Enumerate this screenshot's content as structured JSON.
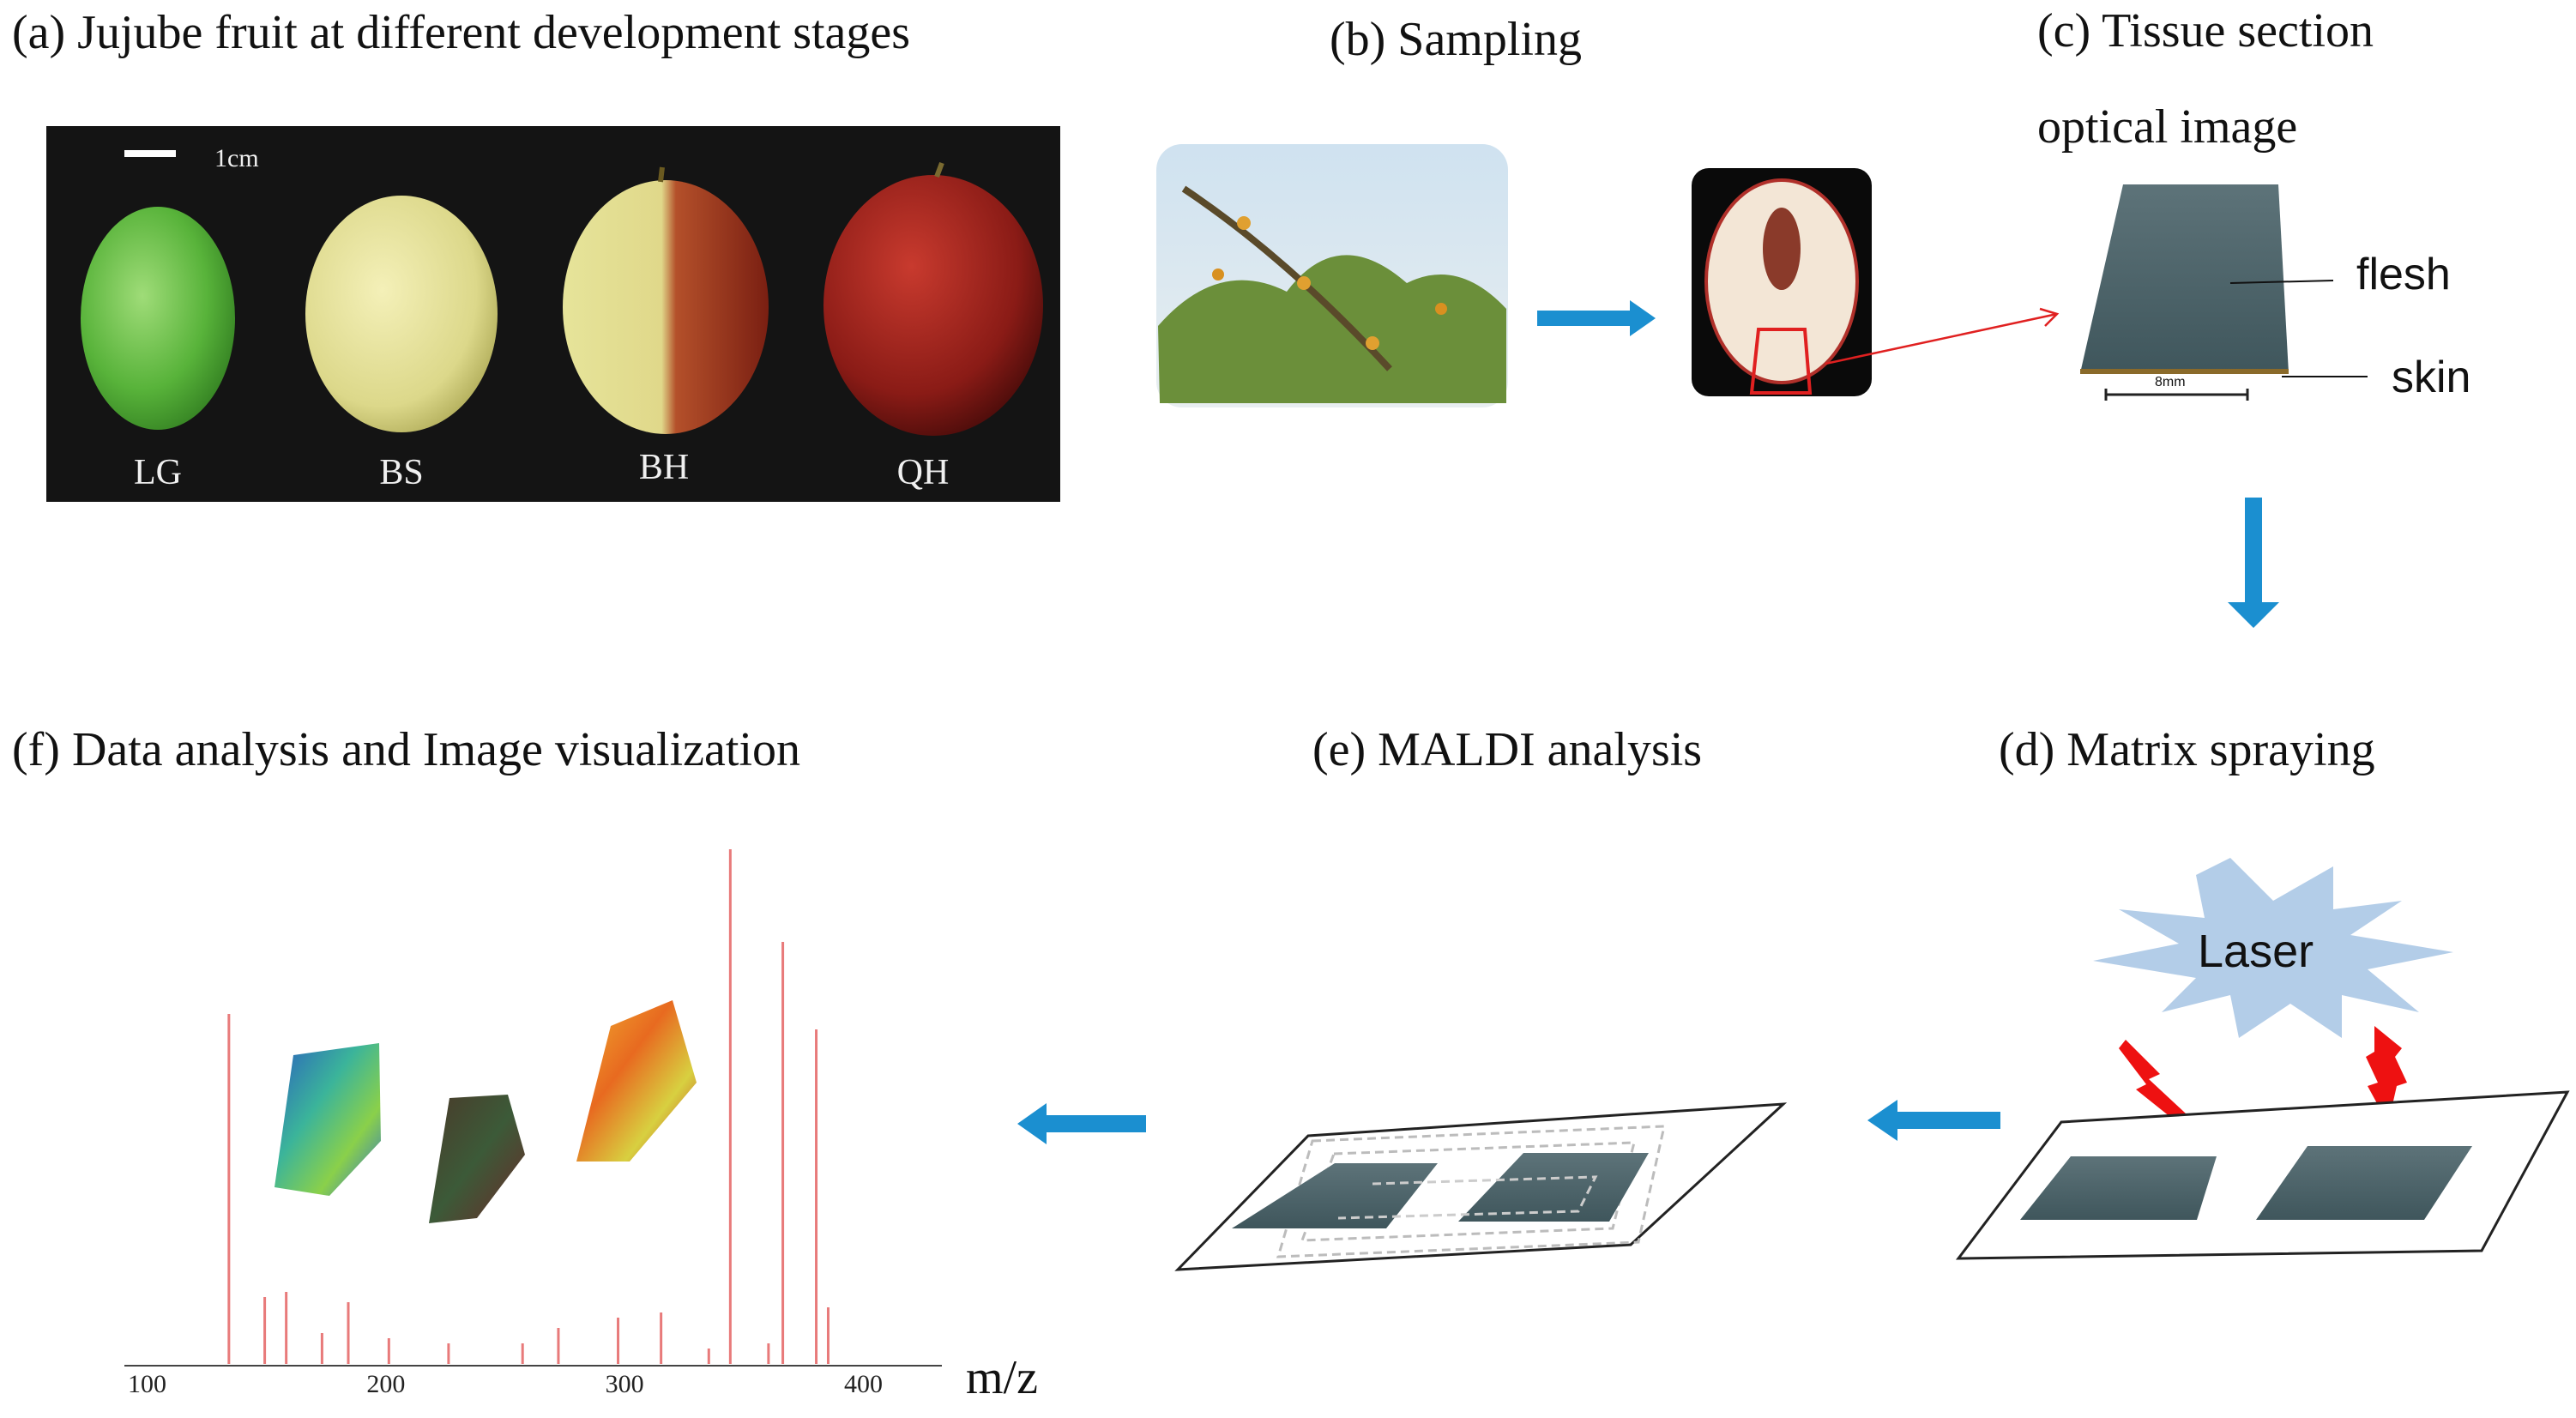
{
  "panels": {
    "a": {
      "title": "(a) Jujube fruit at different development stages",
      "scale_text": "1cm",
      "stages": [
        "LG",
        "BS",
        "BH",
        "QH"
      ]
    },
    "b": {
      "title": "(b) Sampling"
    },
    "c": {
      "title_line1": "(c) Tissue section",
      "title_line2": "optical image",
      "flesh_label": "flesh",
      "skin_label": "skin",
      "scale_text": "8mm"
    },
    "d": {
      "title": "(d) Matrix spraying",
      "laser_label": "Laser"
    },
    "e": {
      "title": "(e) MALDI analysis"
    },
    "f": {
      "title": "(f)  Data analysis and  Image visualization"
    }
  },
  "spectrum": {
    "xlabel": "m/z",
    "ticks": [
      100,
      200,
      300,
      400
    ],
    "xlim": [
      90,
      440
    ],
    "peaks": [
      [
        133,
        0.68
      ],
      [
        148,
        0.13
      ],
      [
        157,
        0.14
      ],
      [
        172,
        0.06
      ],
      [
        183,
        0.12
      ],
      [
        200,
        0.05
      ],
      [
        225,
        0.04
      ],
      [
        256,
        0.04
      ],
      [
        271,
        0.07
      ],
      [
        296,
        0.09
      ],
      [
        314,
        0.1
      ],
      [
        334,
        0.03
      ],
      [
        343,
        1.0
      ],
      [
        359,
        0.04
      ],
      [
        365,
        0.82
      ],
      [
        379,
        0.65
      ],
      [
        384,
        0.11
      ]
    ]
  },
  "colors": {
    "arrow": "#1b8fd0",
    "spectrum": "#e87a7a",
    "red_outline": "#e02020",
    "laser_burst": "#b3cde8",
    "lightning": "#ee1111"
  }
}
